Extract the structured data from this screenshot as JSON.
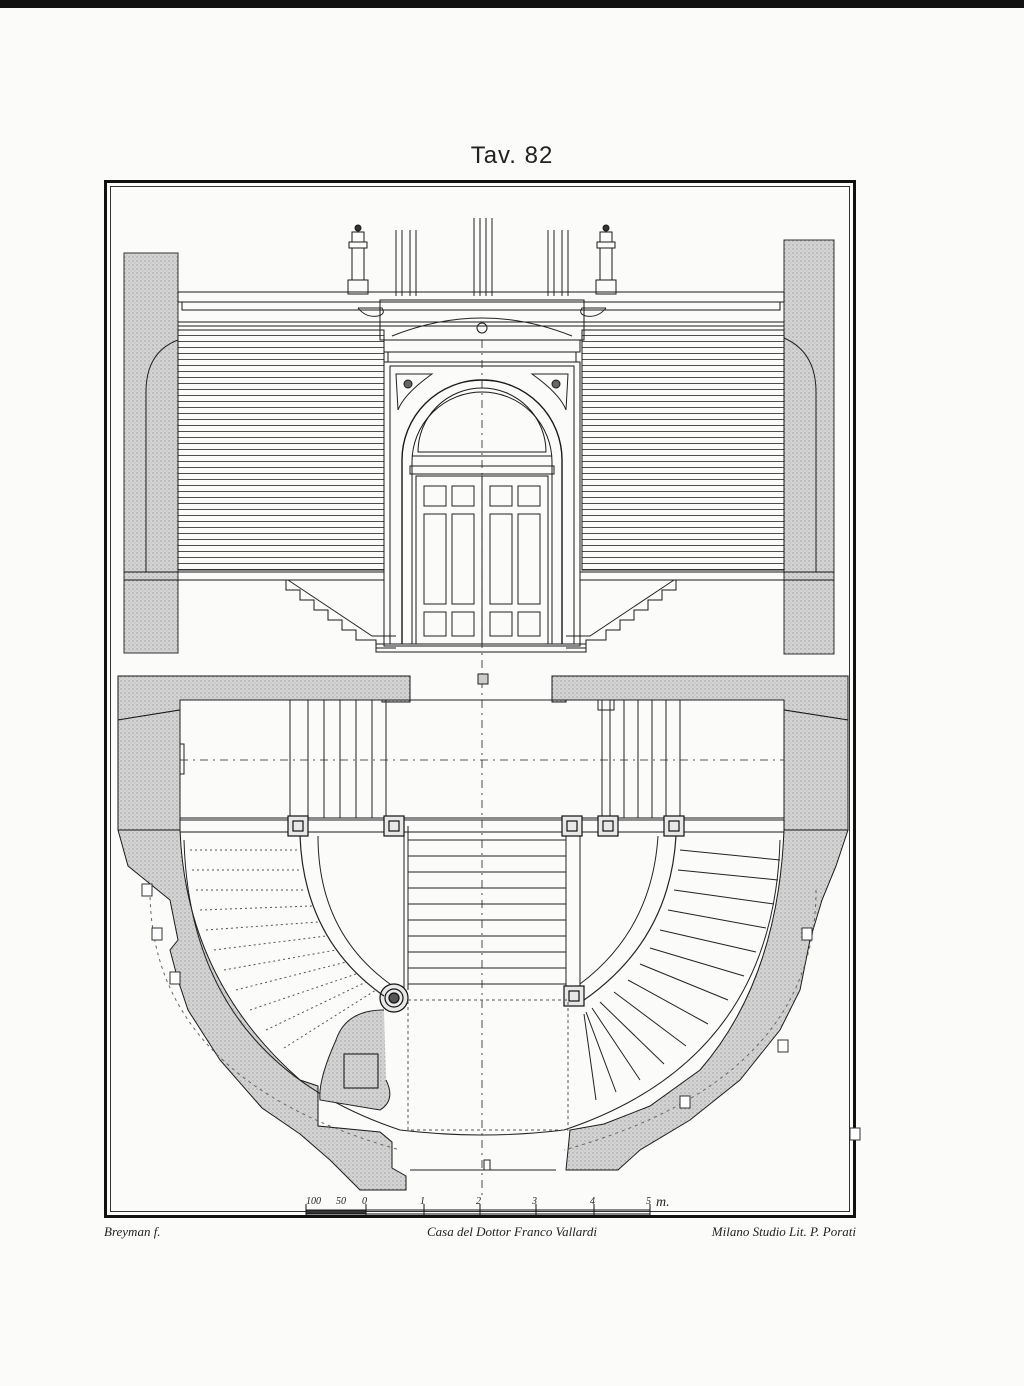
{
  "plate": {
    "title": "Tav. 82"
  },
  "scale_bar": {
    "labels": [
      "100",
      "50",
      "0",
      "1",
      "2",
      "3",
      "4",
      "5"
    ],
    "unit": "m."
  },
  "captions": {
    "left": "Breyman f.",
    "center": "Casa del Dottor Franco Vallardi",
    "right": "Milano Studio Lit. P. Porati"
  },
  "colors": {
    "ink": "#1a1a1a",
    "wall_hatch": "#c8c8c8",
    "paper": "#fbfbfa"
  }
}
